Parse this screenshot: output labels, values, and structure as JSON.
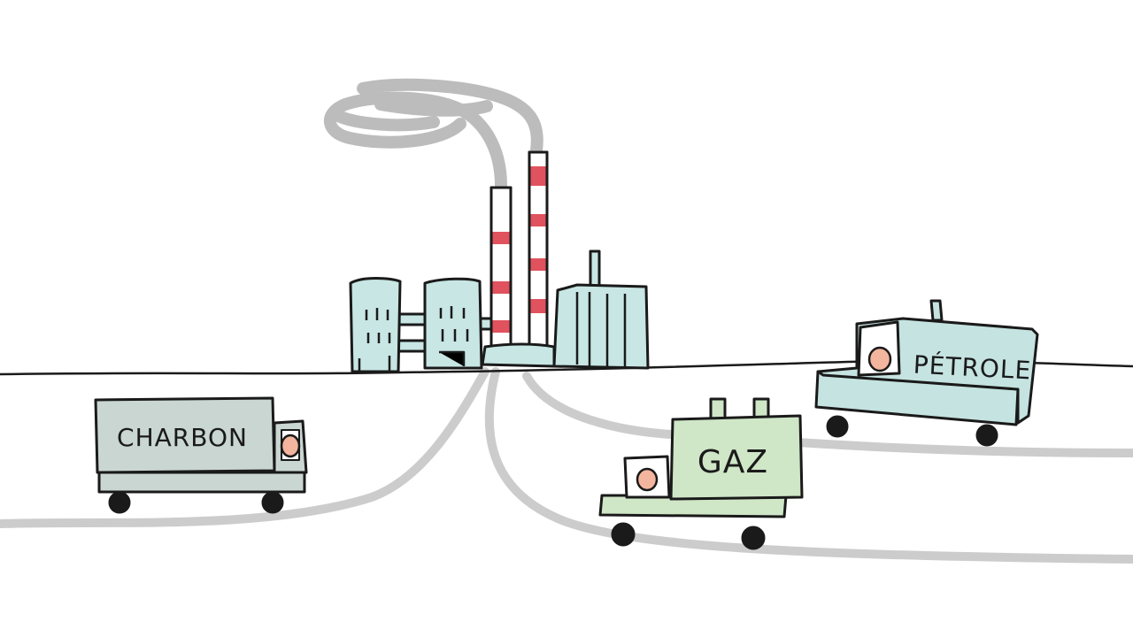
{
  "trucks": {
    "coal": {
      "label": "CHARBON"
    },
    "gas": {
      "label": "GAZ"
    },
    "oil": {
      "label": "PÉTROLE"
    }
  },
  "colors": {
    "building": "#c7e6e4",
    "coal_truck": "#c9d6d2",
    "gas_truck": "#cfe6c7",
    "oil_truck": "#c5e3e0",
    "stripe": "#e0525d",
    "smoke": "#b5b5b5",
    "road": "#cccccc",
    "ink": "#1a1a1a",
    "skin": "#f3b59e"
  }
}
